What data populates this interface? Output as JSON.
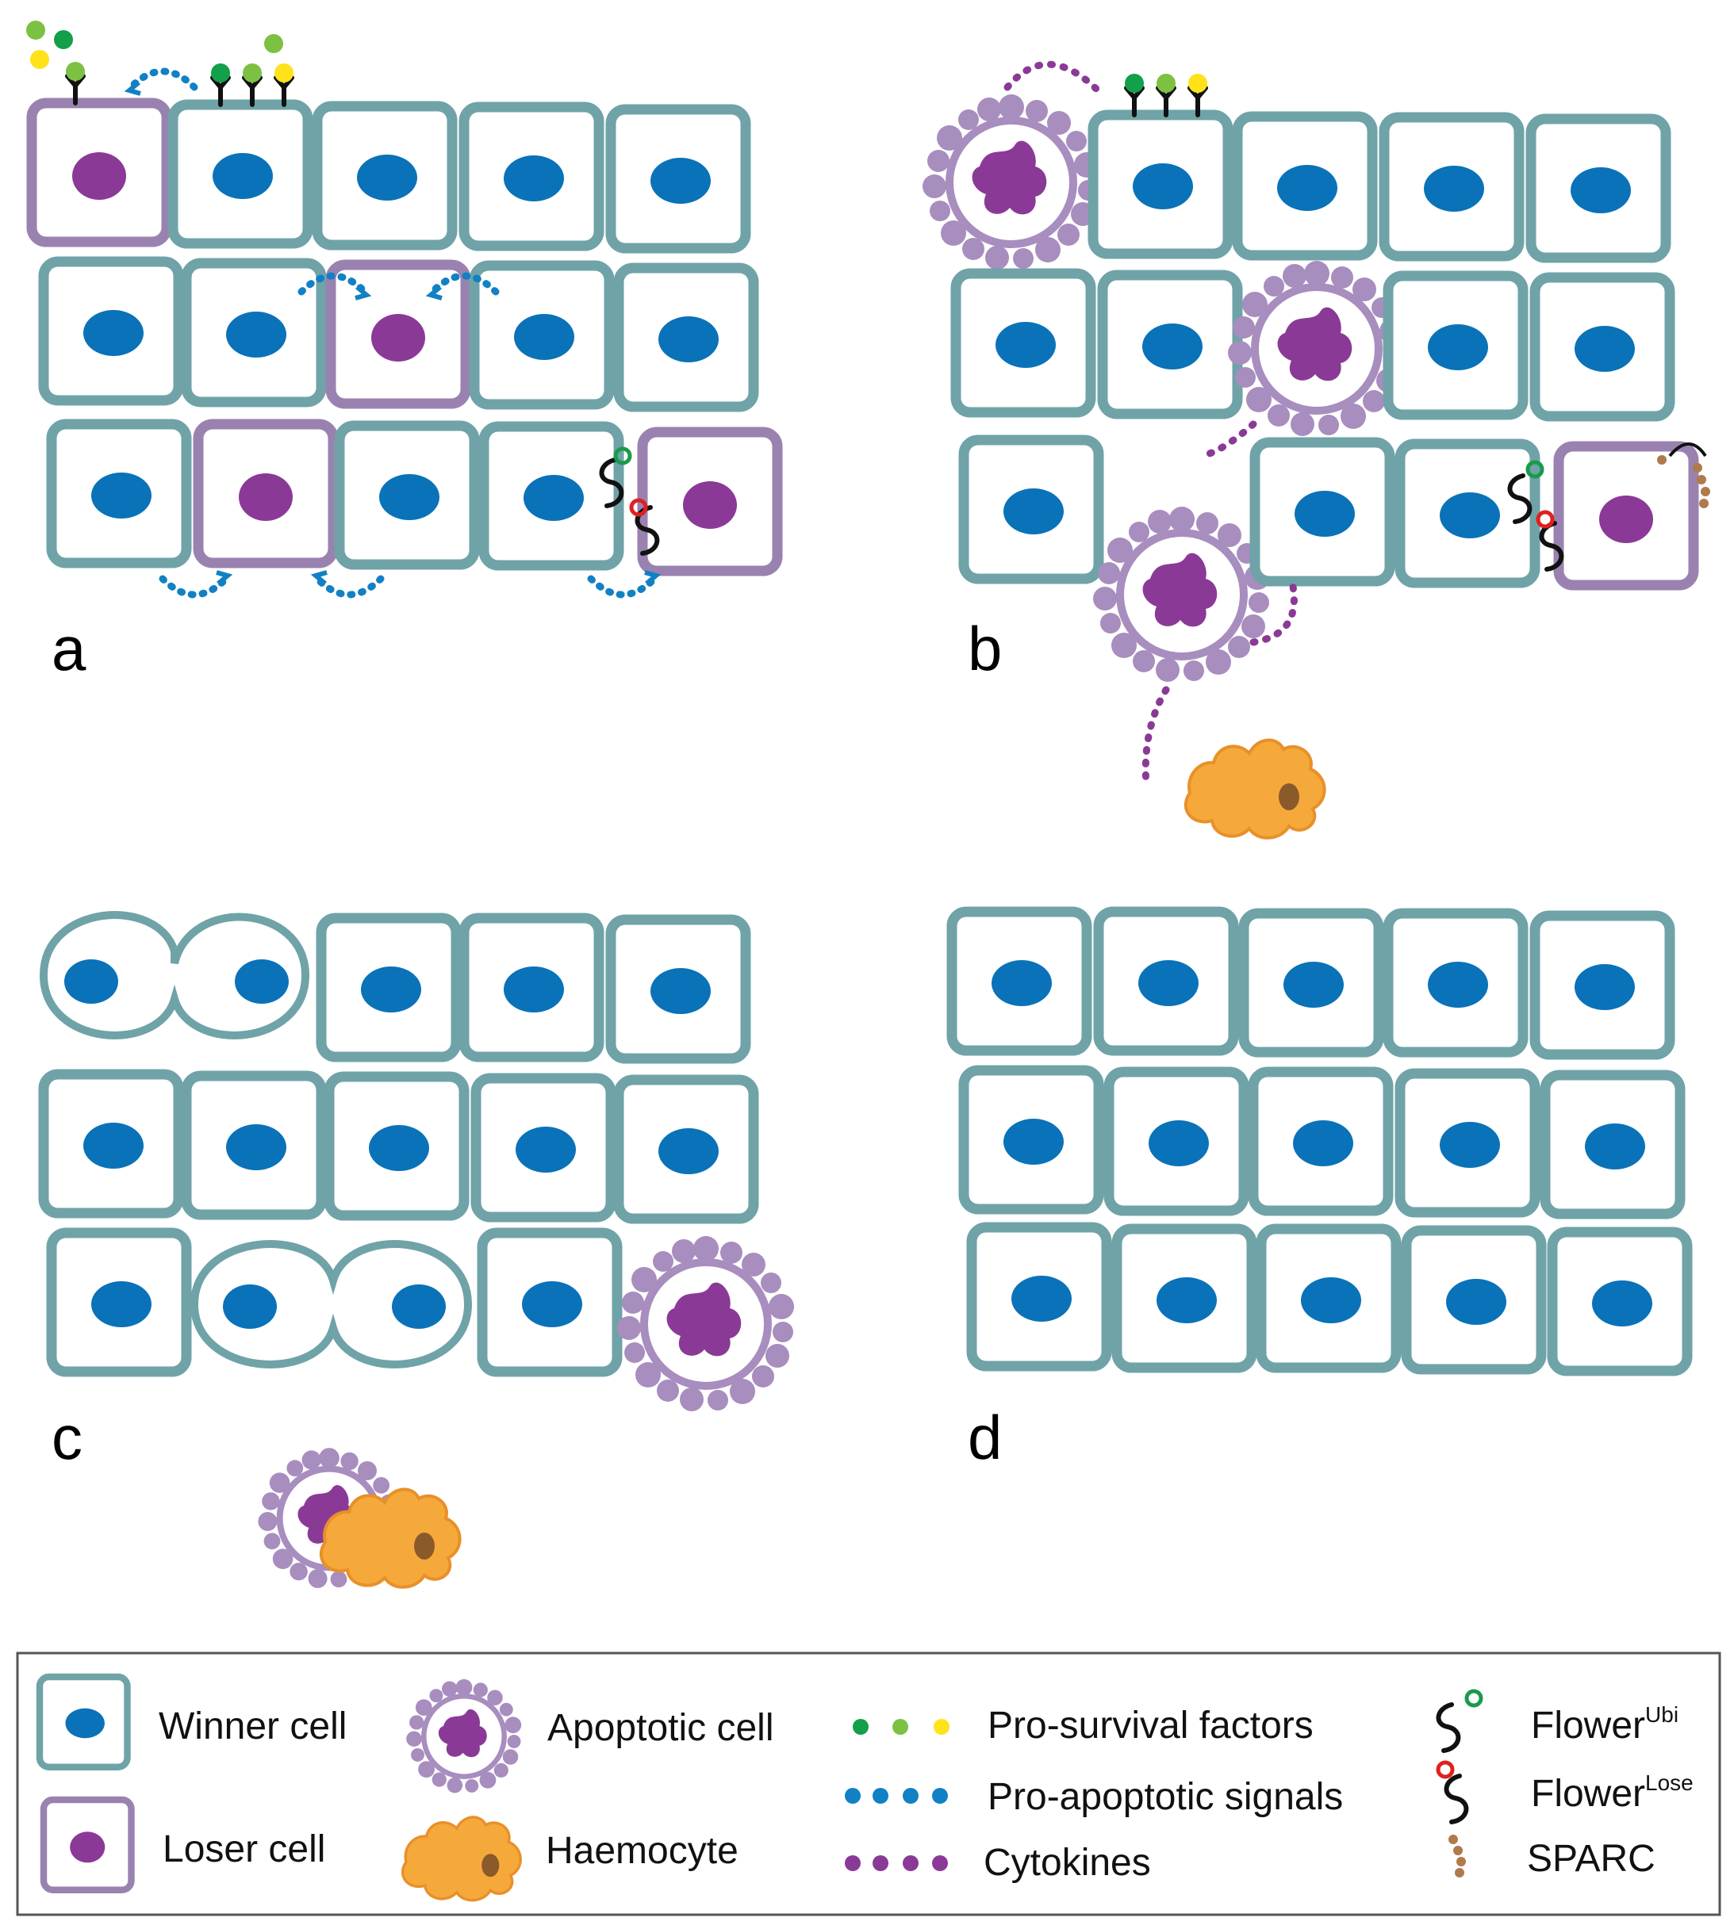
{
  "panels": {
    "a": {
      "label": "a"
    },
    "b": {
      "label": "b"
    },
    "c": {
      "label": "c"
    },
    "d": {
      "label": "d"
    }
  },
  "legend": {
    "winner_cell": "Winner cell",
    "loser_cell": "Loser cell",
    "apoptotic_cell": "Apoptotic cell",
    "haemocyte": "Haemocyte",
    "pro_survival_factors": "Pro-survival factors",
    "pro_apoptotic_signals": "Pro-apoptotic signals",
    "cytokines": "Cytokines",
    "flower_ubi_base": "Flower",
    "flower_ubi_sup": "Ubi",
    "flower_lose_base": "Flower",
    "flower_lose_sup": "Lose",
    "sparc": "SPARC"
  },
  "colors": {
    "winner_outline": "#6fa3a8",
    "winner_nucleus": "#0a72b8",
    "loser_outline": "#9a82b0",
    "loser_nucleus": "#8a3a96",
    "apoptotic_bleb": "#a88dbf",
    "haemocyte": "#f6a93b",
    "haemocyte_outline": "#e8902a",
    "haemocyte_nucleus": "#8a5a2b",
    "prosurvival_dark_green": "#12a04a",
    "prosurvival_light_green": "#7cc142",
    "prosurvival_yellow": "#ffe21a",
    "proapoptotic_blue": "#1280c4",
    "cytokine_purple": "#8a3a96",
    "flower_ubi_tip": "#1a9a4a",
    "flower_lose_tip": "#e02020",
    "sparc": "#b07a4a"
  },
  "icons": [
    "winner-cell-icon",
    "loser-cell-icon",
    "apoptotic-cell-icon",
    "haemocyte-icon",
    "flower-ubi-icon",
    "flower-lose-icon",
    "sparc-icon"
  ]
}
